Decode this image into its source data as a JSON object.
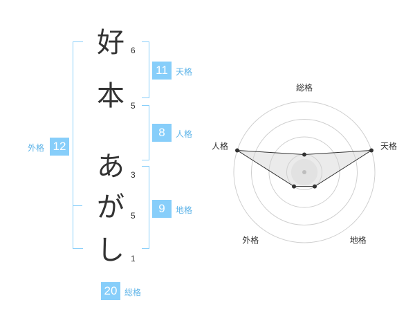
{
  "characters": [
    {
      "char": "好",
      "strokes": "6"
    },
    {
      "char": "本",
      "strokes": "5"
    },
    {
      "char": "あ",
      "strokes": "3"
    },
    {
      "char": "が",
      "strokes": "5"
    },
    {
      "char": "し",
      "strokes": "1"
    }
  ],
  "kakusu": {
    "tenkaku": {
      "value": "11",
      "label": "天格"
    },
    "jinkaku": {
      "value": "8",
      "label": "人格"
    },
    "chikaku": {
      "value": "9",
      "label": "地格"
    },
    "gaikaku": {
      "value": "12",
      "label": "外格"
    },
    "soukaku": {
      "value": "20",
      "label": "総格"
    }
  },
  "radar": {
    "axes": [
      "総格",
      "天格",
      "地格",
      "外格",
      "人格"
    ],
    "rings": 4,
    "max": 4,
    "values": [
      1,
      4,
      1,
      1,
      4
    ]
  },
  "colors": {
    "accent": "#87cefa",
    "accent_text": "#5fb4e8"
  }
}
